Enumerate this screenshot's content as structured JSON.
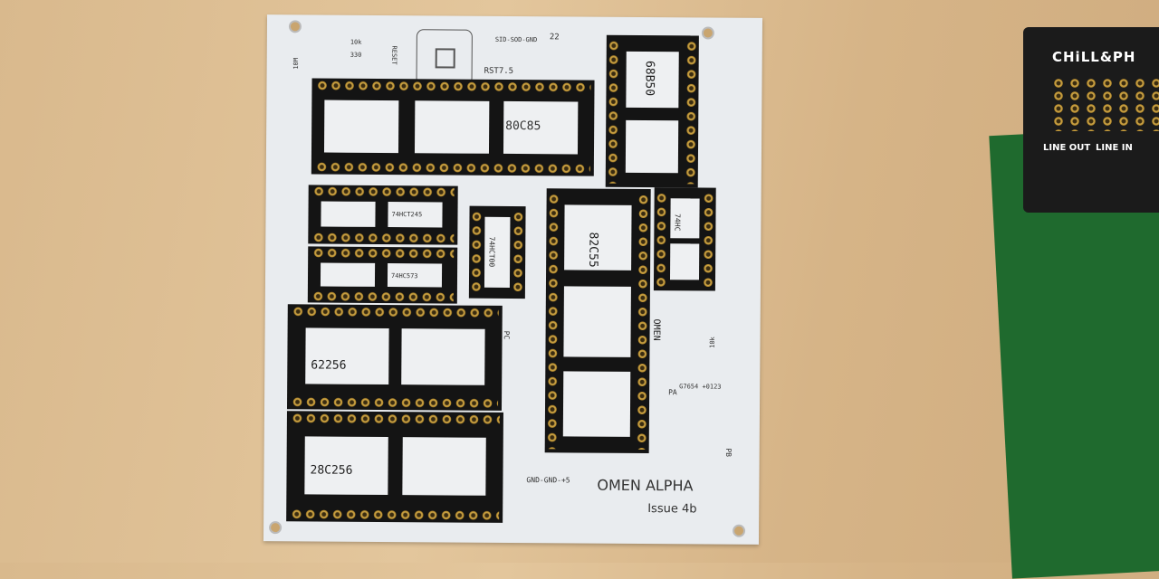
{
  "board": {
    "title": "OMEN ALPHA",
    "issue": "Issue 4b",
    "power_header": "GND-GND-+5",
    "logo": "OMEN",
    "chips": {
      "cpu": "80C85",
      "acia": "68B50",
      "ppi": "82C55",
      "nand": "74HCT00",
      "hc": "74HC",
      "ram": "62256",
      "rom": "28C256",
      "buf1": "74HCT245",
      "buf2": "74HC573"
    },
    "silk": {
      "reset": "RESET",
      "r1": "10k",
      "r2": "330",
      "cap": "10M",
      "sid_sod": "SID-SOD-GND",
      "c22": "22",
      "rst75": "RST7.5",
      "pa": "PA",
      "pb": "PB",
      "pc": "PC",
      "pa_bits": "G7654 +0123",
      "r10k": "10k"
    }
  },
  "module": {
    "name": "CHiLL&PH",
    "line_out": "LINE OUT",
    "line_in": "LINE IN"
  }
}
